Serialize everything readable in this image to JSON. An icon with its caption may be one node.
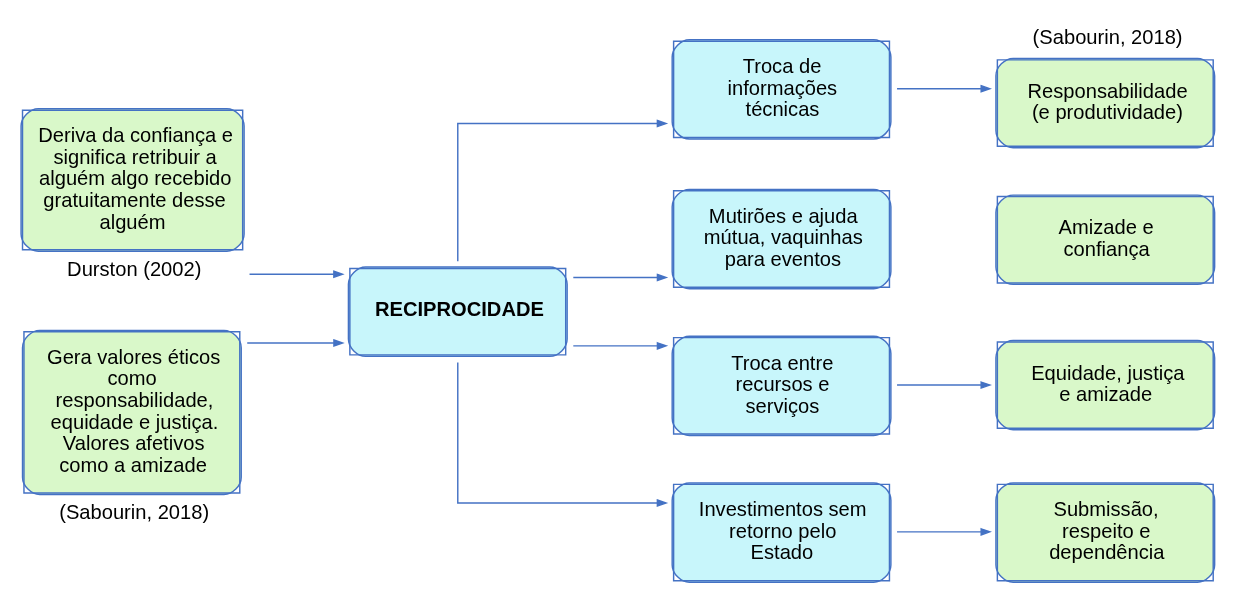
{
  "diagram": {
    "nodes": [
      {
        "text": [
          "Deriva da confiança e significa retribuir a alguém algo recebido gratuitamente desse alguém"
        ],
        "beside": [
          "Durston (2002)"
        ]
      },
      {
        "text": [
          "Gera valores éticos como responsabilidade, equidade e justiça. Valores afetivos como a amizade"
        ],
        "beside": [
          "(Sabourin, 2018)"
        ]
      },
      {
        "text": [
          "RECIPROCIDADE"
        ]
      },
      {
        "text": [
          "Troca de informações técnicas"
        ]
      },
      {
        "text": [
          "Mutirões e ajuda mútua, vaquinhas para eventos"
        ]
      },
      {
        "text": [
          "Troca entre recursos e serviços"
        ]
      },
      {
        "text": [
          "Investimentos sem retorno pelo Estado"
        ]
      },
      {
        "text": [
          "Responsabilidade (e produtividade)"
        ],
        "beside": [
          "(Sabourin, 2018)"
        ]
      },
      {
        "text": [
          "Amizade e confiança"
        ]
      },
      {
        "text": [
          "Equidade, justiça e amizade"
        ]
      },
      {
        "text": [
          "Submissão, respeito e dependência"
        ]
      }
    ],
    "edges": [
      {
        "from": 0,
        "to": 2,
        "arrow": "to"
      },
      {
        "from": 1,
        "to": 2,
        "arrow": "to"
      },
      {
        "from": 2,
        "to": 3,
        "arrow": "to"
      },
      {
        "from": 2,
        "to": 4,
        "arrow": "to"
      },
      {
        "from": 2,
        "to": 5,
        "arrow": "to"
      },
      {
        "from": 2,
        "to": 6,
        "arrow": "to"
      },
      {
        "from": 3,
        "to": 7,
        "arrow": "to"
      },
      {
        "from": 5,
        "to": 9,
        "arrow": "to"
      },
      {
        "from": 6,
        "to": 10,
        "arrow": "to"
      }
    ]
  }
}
